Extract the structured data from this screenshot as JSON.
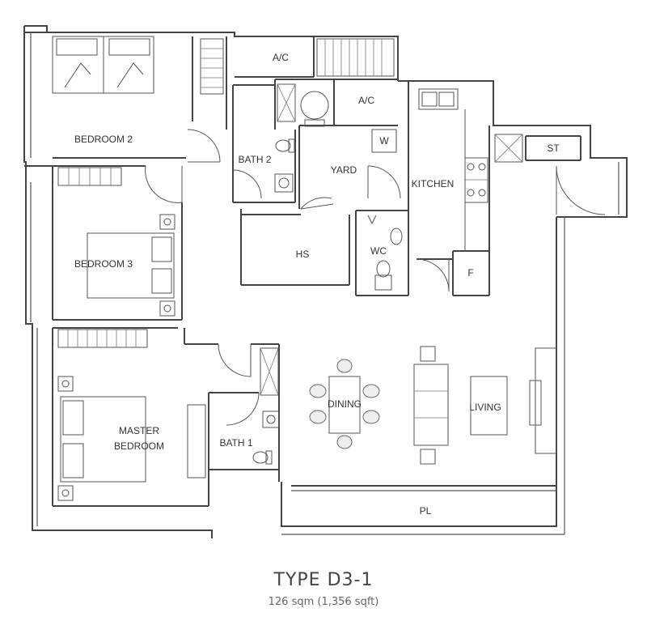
{
  "plan": {
    "type": "TYPE D3-1",
    "area": "126 sqm (1,356 sqft)"
  },
  "rooms": {
    "ac_top": "A/C",
    "ac_mid": "A/C",
    "bedroom2": "BEDROOM 2",
    "bath2": "BATH 2",
    "yard": "YARD",
    "w": "W",
    "kitchen": "KITCHEN",
    "st": "ST",
    "bedroom3": "BEDROOM 3",
    "hs": "HS",
    "wc": "WC",
    "f": "F",
    "master_line1": "MASTER",
    "master_line2": "BEDROOM",
    "bath1": "BATH 1",
    "dining": "DINING",
    "living": "LIVING",
    "pl": "PL"
  }
}
